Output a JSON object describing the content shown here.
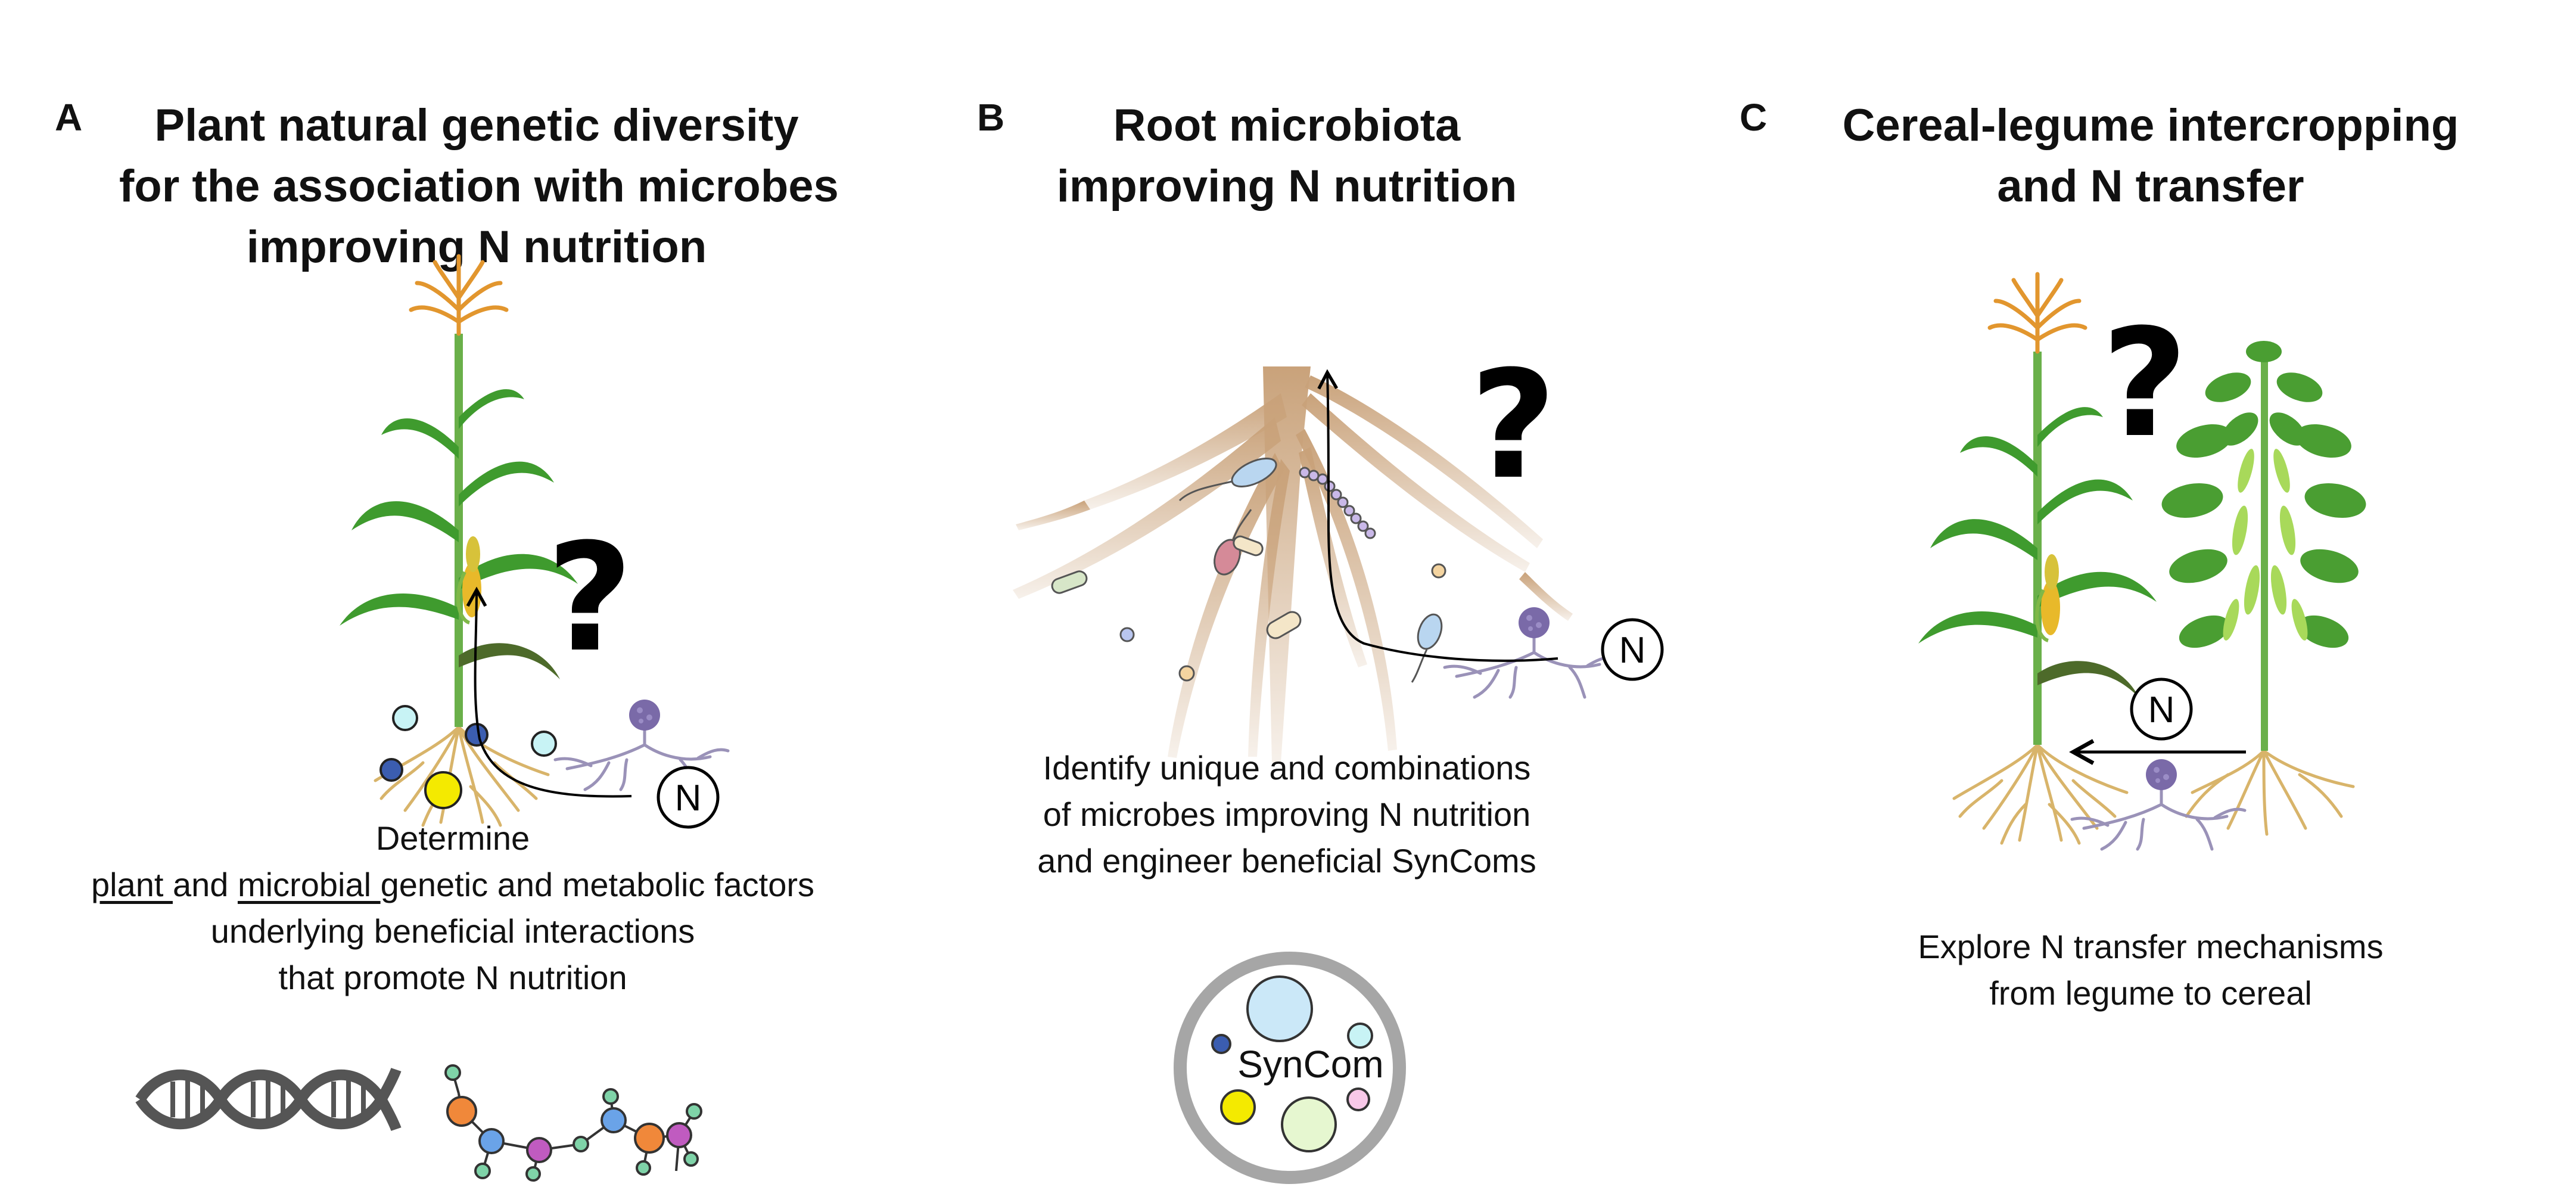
{
  "panels": {
    "a": {
      "letter": "A",
      "title": [
        "Plant natural genetic diversity",
        "for the association with microbes",
        "improving N nutrition"
      ],
      "caption": {
        "line1": "Determine",
        "line2_u1": "plant ",
        "line2_t1": "and ",
        "line2_u2": "microbial ",
        "line2_t2": "genetic and metabolic factors",
        "line3": "underlying beneficial interactions",
        "line4": "that promote N nutrition"
      },
      "question_mark": "?",
      "n_label": "N"
    },
    "b": {
      "letter": "B",
      "title": [
        "Root microbiota",
        "improving N nutrition"
      ],
      "caption": [
        "Identify unique and combinations",
        "of microbes improving N nutrition",
        "and engineer beneficial SynComs"
      ],
      "question_mark": "?",
      "n_label": "N",
      "syncom_label": "SynCom"
    },
    "c": {
      "letter": "C",
      "title": [
        "Cereal-legume intercropping",
        "and N transfer"
      ],
      "caption": [
        "Explore N transfer mechanisms",
        "from legume to cereal"
      ],
      "question_mark": "?",
      "n_label": "N"
    }
  },
  "icons": [
    "maize-plant-icon",
    "soybean-plant-icon",
    "root-system-icon",
    "fungus-icon",
    "bacteria-icon",
    "dna-helix-icon",
    "metabolite-network-icon",
    "syncom-dish-icon"
  ],
  "colors": {
    "maize_leaf": "#3f9b2e",
    "tassel": "#e2962e",
    "root": "#d8b46a",
    "root_microbiota": "#c9a27a",
    "fungus": "#7a6aa8",
    "dna": "#555555",
    "syncom_ring": "#a6a6a6"
  }
}
